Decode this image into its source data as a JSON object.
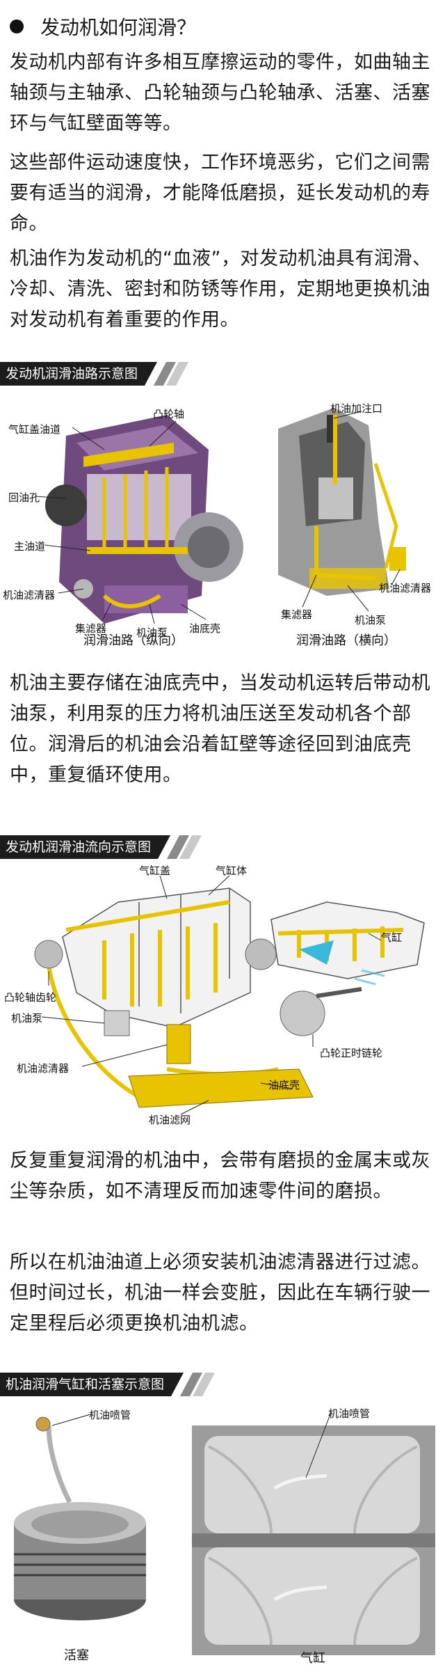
{
  "heading": "发动机如何润滑？",
  "paragraphs": {
    "p1": "发动机内部有许多相互摩擦运动的零件，如曲轴主轴颈与主轴承、凸轮轴颈与凸轮轴承、活塞、活塞环与气缸壁面等等。",
    "p2": "这些部件运动速度快，工作环境恶劣，它们之间需要有适当的润滑，才能降低磨损，延长发动机的寿命。",
    "p3": "机油作为发动机的“血液”，对发动机油具有润滑、冷却、清洗、密封和防锈等作用，定期地更换机油对发动机有着重要的作用。",
    "p4": "机油主要存储在油底壳中，当发动机运转后带动机油泵，利用泵的压力将机油压送至发动机各个部位。润滑后的机油会沿着缸壁等途径回到油底壳中，重复循环使用。",
    "p5": "反复重复润滑的机油中，会带有磨损的金属末或灰尘等杂质，如不清理反而加速零件间的磨损。",
    "p6": "所以在机油油道上必须安装机油滤清器进行过滤。但时间过长，机油一样会变脏，因此在车辆行驶一定里程后必须更换机油机滤。"
  },
  "section1": {
    "title": "发动机润滑油路示意图",
    "left_labels": {
      "cylinder_head_passage": "气缸盖油道",
      "camshaft": "凸轮轴",
      "return_hole": "回油孔",
      "main_gallery": "主油道",
      "oil_filter": "机油滤清器",
      "strainer": "集滤器",
      "oil_pump": "机油泵",
      "oil_pan": "油底壳"
    },
    "right_labels": {
      "filler_cap": "机油加注口",
      "oil_filter": "机油滤清器",
      "strainer": "集滤器",
      "oil_pump": "机油泵"
    },
    "caption_left": "润滑油路（纵向）",
    "caption_right": "润滑油路（横向）"
  },
  "section2": {
    "title": "发动机润滑油流向示意图",
    "labels": {
      "cylinder_head": "气缸盖",
      "cylinder_block": "气缸体",
      "cylinder": "气缸",
      "cam_gear": "凸轮轴齿轮",
      "oil_pump": "机油泵",
      "oil_filter": "机油滤清器",
      "oil_pan": "油底壳",
      "timing_sprocket": "凸轮正时链轮",
      "strainer": "机油滤网"
    }
  },
  "section3": {
    "title": "机油润滑气缸和活塞示意图",
    "labels": {
      "jet_left": "机油喷管",
      "jet_right": "机油喷管",
      "piston": "活塞",
      "cylinder": "气缸"
    }
  },
  "colors": {
    "oil_yellow": "#e8c400",
    "engine_purple": "#7a4a8a",
    "banner_bg": "#1c1c1c",
    "cyan_arrow": "#3ab8d8"
  }
}
